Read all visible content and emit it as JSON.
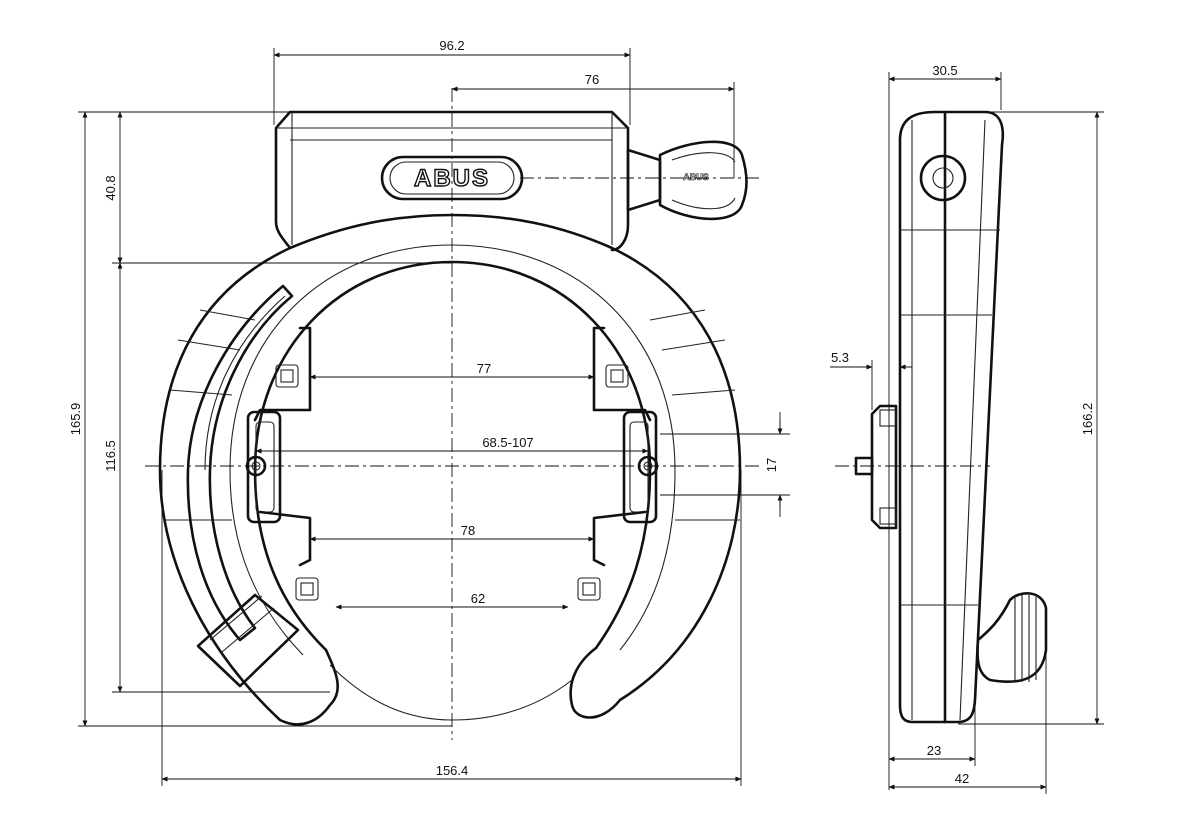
{
  "brand": "ABUS",
  "key_brand": "ABUS",
  "front_view": {
    "dim_top_width": "96.2",
    "dim_key_offset": "76",
    "dim_total_height": "165.9",
    "dim_top_section": "40.8",
    "dim_inner_height": "116.5",
    "dim_mount_top": "77",
    "dim_frame_range": "68.5-107",
    "dim_mount_bottom": "78",
    "dim_opening": "62",
    "dim_slot": "17",
    "dim_total_width": "156.4"
  },
  "side_view": {
    "dim_top_depth": "30.5",
    "dim_bracket": "5.3",
    "dim_height": "166.2",
    "dim_key_depth": "23",
    "dim_total_depth": "42"
  }
}
